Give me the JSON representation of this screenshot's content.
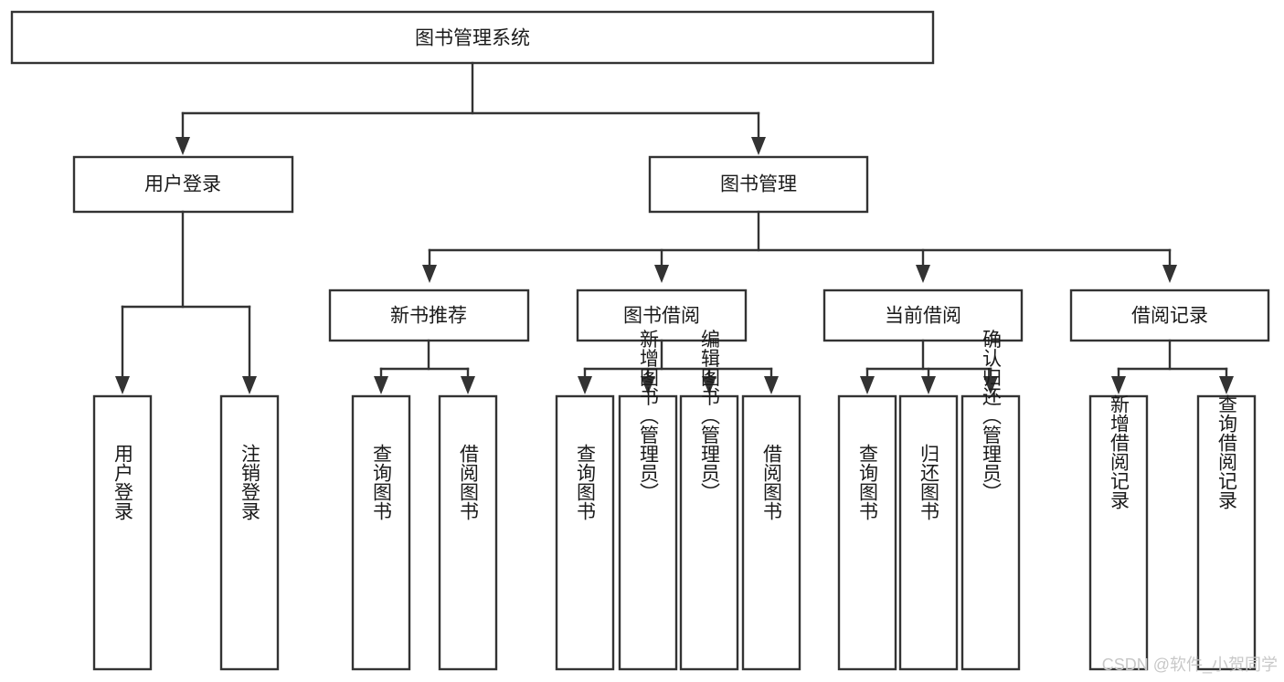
{
  "diagram": {
    "title": "图书管理系统",
    "type": "tree-hierarchy-chart",
    "root": {
      "id": "root",
      "label": "图书管理系统"
    },
    "level2": [
      {
        "id": "user-login",
        "label": "用户登录"
      },
      {
        "id": "book-management",
        "label": "图书管理"
      }
    ],
    "level3": [
      {
        "id": "new-book-recommend",
        "label": "新书推荐",
        "parent": "book-management"
      },
      {
        "id": "book-borrow",
        "label": "图书借阅",
        "parent": "book-management"
      },
      {
        "id": "current-borrow",
        "label": "当前借阅",
        "parent": "book-management"
      },
      {
        "id": "borrow-record",
        "label": "借阅记录",
        "parent": "book-management"
      }
    ],
    "leaves": [
      {
        "id": "leaf-user-login",
        "label": "用户登录",
        "parent": "user-login"
      },
      {
        "id": "leaf-logout-login",
        "label": "注销登录",
        "parent": "user-login"
      },
      {
        "id": "leaf-query-book-1",
        "label": "查询图书",
        "parent": "new-book-recommend"
      },
      {
        "id": "leaf-borrow-book-1",
        "label": "借阅图书",
        "parent": "new-book-recommend"
      },
      {
        "id": "leaf-query-book-2",
        "label": "查询图书",
        "parent": "book-borrow"
      },
      {
        "id": "leaf-add-book",
        "label": "新增图书（管理员）",
        "parent": "book-borrow"
      },
      {
        "id": "leaf-edit-book",
        "label": "编辑图书（管理员）",
        "parent": "book-borrow"
      },
      {
        "id": "leaf-borrow-book-2",
        "label": "借阅图书",
        "parent": "book-borrow"
      },
      {
        "id": "leaf-query-book-3",
        "label": "查询图书",
        "parent": "current-borrow"
      },
      {
        "id": "leaf-return-book",
        "label": "归还图书",
        "parent": "current-borrow"
      },
      {
        "id": "leaf-confirm-return",
        "label": "确认归还（管理员）",
        "parent": "current-borrow"
      },
      {
        "id": "leaf-add-borrow-record",
        "label": "新增借阅记录",
        "parent": "borrow-record"
      },
      {
        "id": "leaf-query-borrow-record",
        "label": "查询借阅记录",
        "parent": "borrow-record"
      }
    ],
    "watermark": "CSDN @软件_小贺同学",
    "colors": {
      "stroke": "#333333",
      "box_fill": "#ffffff",
      "text": "#1a1a1a",
      "background": "#ffffff",
      "watermark": "#c8c8c8"
    }
  }
}
